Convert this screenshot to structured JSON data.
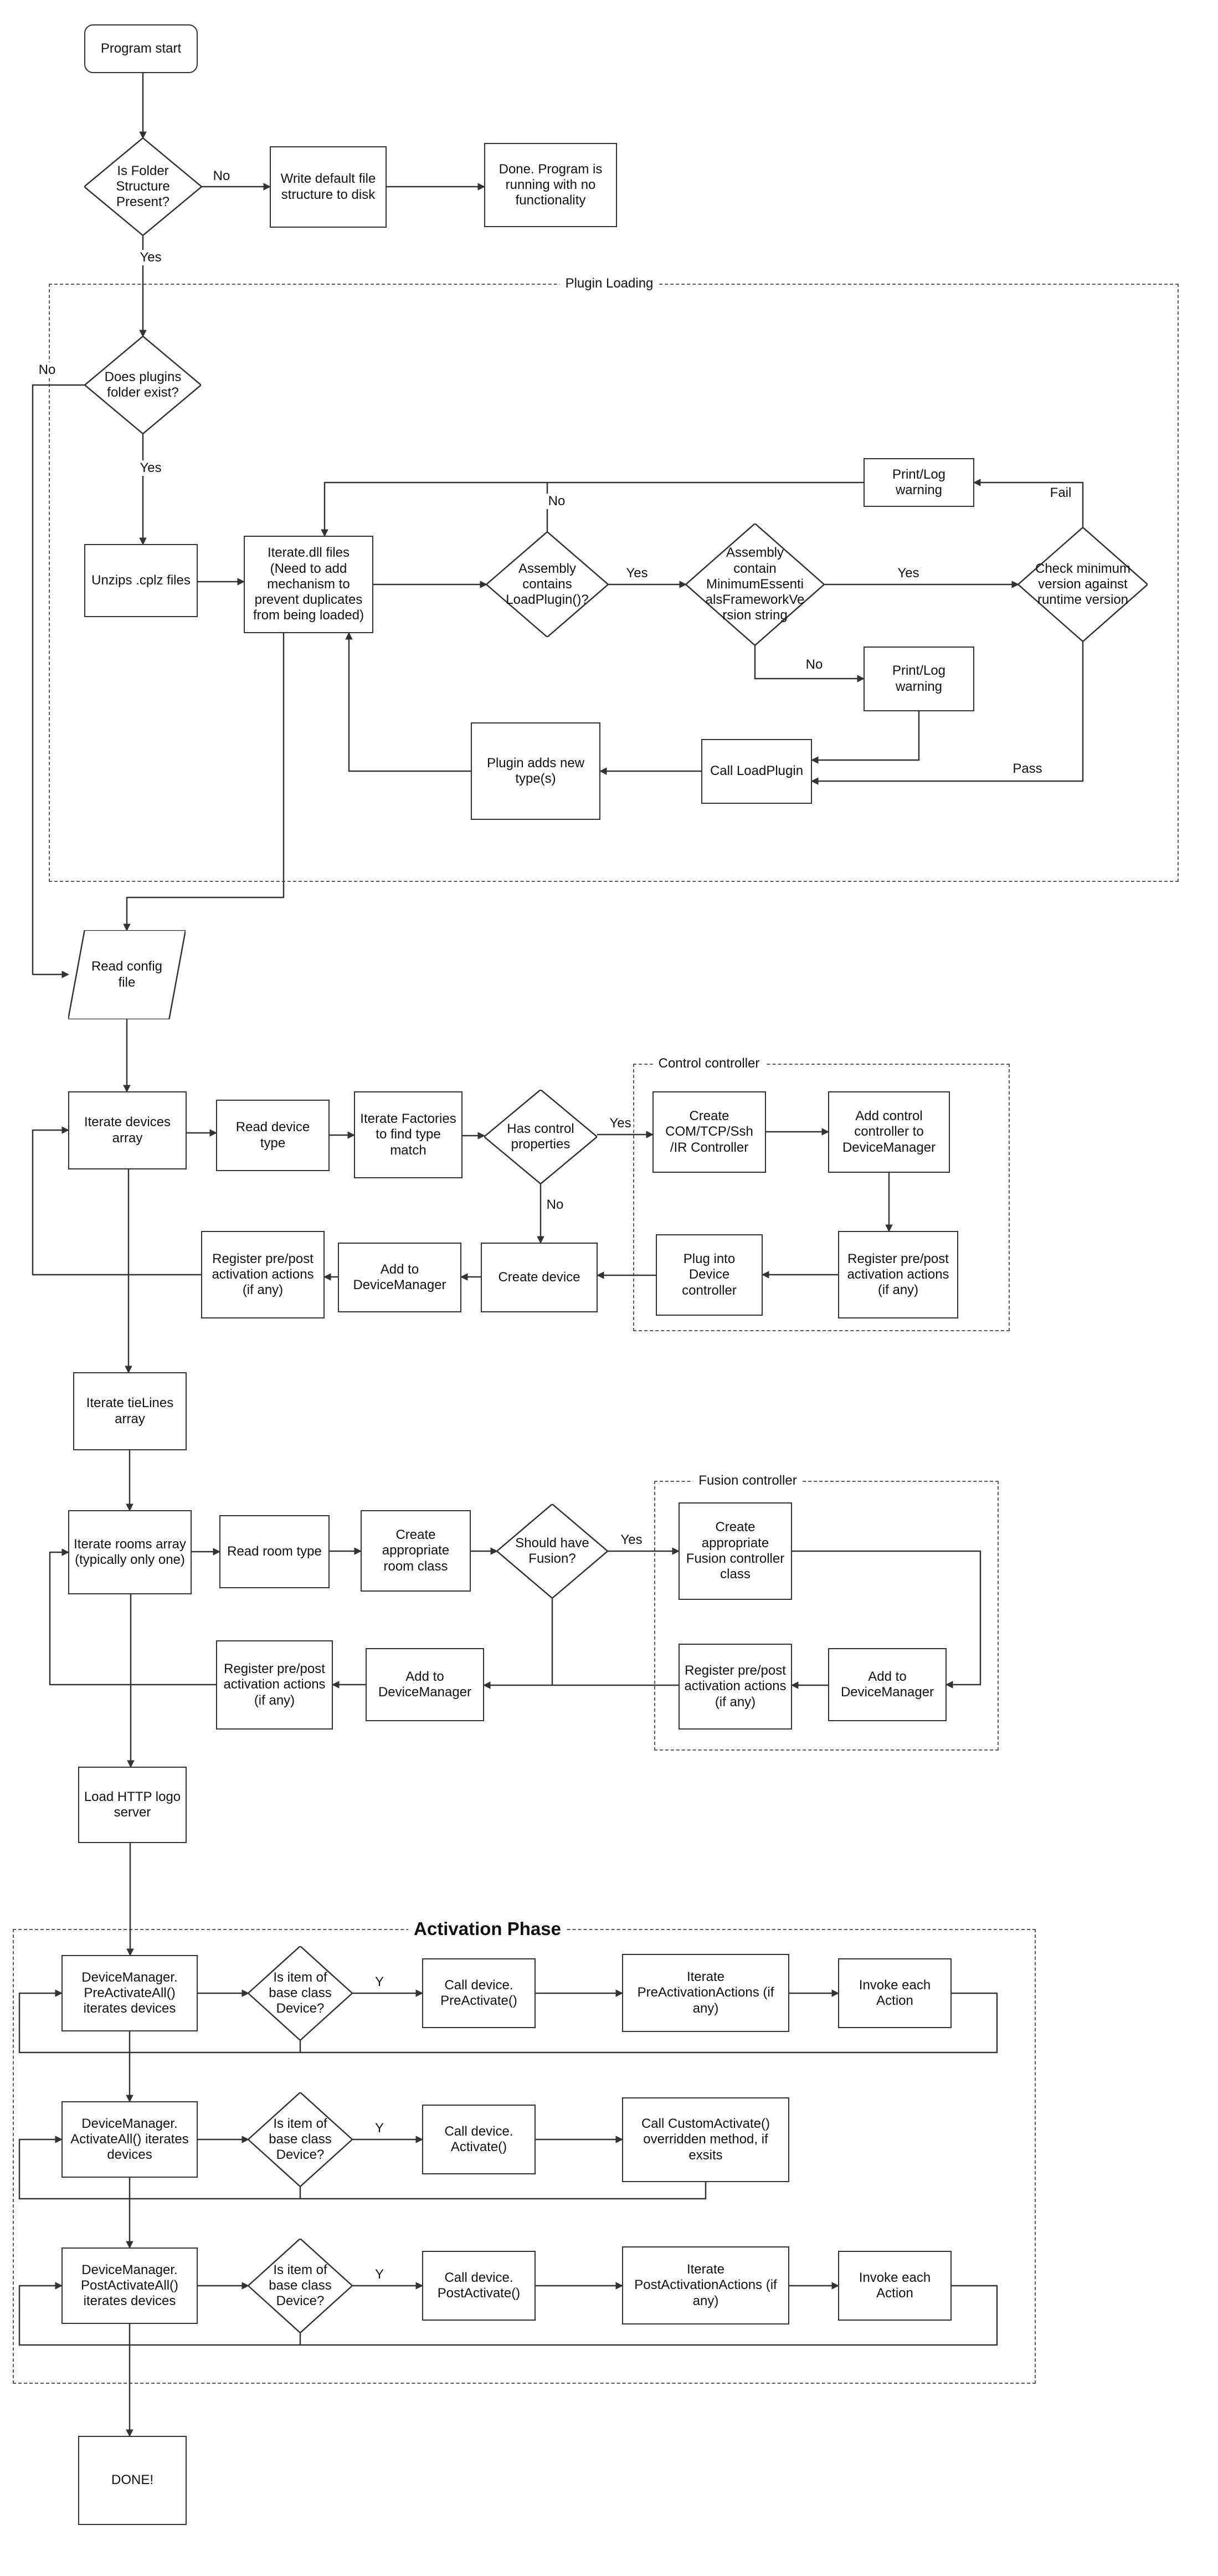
{
  "nodes": {
    "program_start": "Program start",
    "folder_check": "Is Folder Structure Present?",
    "write_default": "Write default file structure to disk",
    "done_nofunc": "Done.  Program is running with no functionality",
    "plugins_exist": "Does plugins folder exist?",
    "unzip": "Unzips .cplz files",
    "iterate_dll": "Iterate.dll files (Need to add mechanism to prevent duplicates from being loaded)",
    "has_loadplugin": "Assembly contains LoadPlugin()?",
    "has_minversion": "Assembly contain MinimumEssentialsFrameworkVersion string",
    "check_min_version": "Check minimum version against runtime version",
    "print_warning_top": "Print/Log warning",
    "print_warning_bottom": "Print/Log warning",
    "call_loadplugin": "Call LoadPlugin",
    "plugin_adds_types": "Plugin adds new type(s)",
    "read_config": "Read config file",
    "iterate_devices": "Iterate devices array",
    "read_device_type": "Read device type",
    "iterate_factories": "Iterate Factories to find type match",
    "has_control": "Has control properties",
    "create_controller": "Create COM/TCP/Ssh /IR Controller",
    "add_control_dm": "Add control controller to DeviceManager",
    "register_ctrl": "Register pre/post activation actions (if any)",
    "plug_into": "Plug into Device controller",
    "create_device": "Create device",
    "add_dm_dev": "Add to DeviceManager",
    "register_dev": "Register pre/post activation actions (if any)",
    "iterate_tielines": "Iterate tieLines array",
    "iterate_rooms": "Iterate rooms array (typically only one)",
    "read_room": "Read room type",
    "create_room": "Create appropriate room class",
    "should_fusion": "Should have Fusion?",
    "create_fusion": "Create appropriate Fusion controller class",
    "register_fusion": "Register pre/post activation actions (if any)",
    "add_dm_fusion": "Add to DeviceManager",
    "add_dm_room": "Add to DeviceManager",
    "register_room": "Register pre/post activation actions (if any)",
    "load_http": "Load HTTP logo server",
    "pre_activate_all": "DeviceManager. PreActivateAll() iterates devices",
    "is_base_1": "Is item of base class Device?",
    "call_preactivate": "Call device. PreActivate()",
    "iterate_preactions": "Iterate PreActivationActions (if any)",
    "invoke_1": "Invoke each Action",
    "activate_all": "DeviceManager. ActivateAll() iterates devices",
    "is_base_2": "Is item of base class Device?",
    "call_activate": "Call device. Activate()",
    "call_custom": "Call CustomActivate() overridden method, if exsits",
    "post_activate_all": "DeviceManager. PostActivateAll() iterates devices",
    "is_base_3": "Is item of base class Device?",
    "call_postactivate": "Call device. PostActivate()",
    "iterate_postactions": "Iterate PostActivationActions (if any)",
    "invoke_2": "Invoke each Action",
    "done_final": "DONE!"
  },
  "containers": {
    "plugin_loading": "Plugin Loading",
    "control_controller": "Control controller",
    "fusion_controller": "Fusion controller",
    "activation_phase": "Activation Phase"
  },
  "edge_labels": {
    "no_folder": "No",
    "yes_folder": "Yes",
    "no_plugins": "No",
    "yes_plugins": "Yes",
    "yes_loadplugin": "Yes",
    "no_loadplugin": "No",
    "yes_minversion": "Yes",
    "no_minversion": "No",
    "fail": "Fail",
    "pass": "Pass",
    "yes_control": "Yes",
    "no_control": "No",
    "yes_fusion": "Yes",
    "y1": "Y",
    "y2": "Y",
    "y3": "Y"
  },
  "colors": {
    "line": "#333333",
    "background": "#ffffff",
    "text": "#111111"
  }
}
